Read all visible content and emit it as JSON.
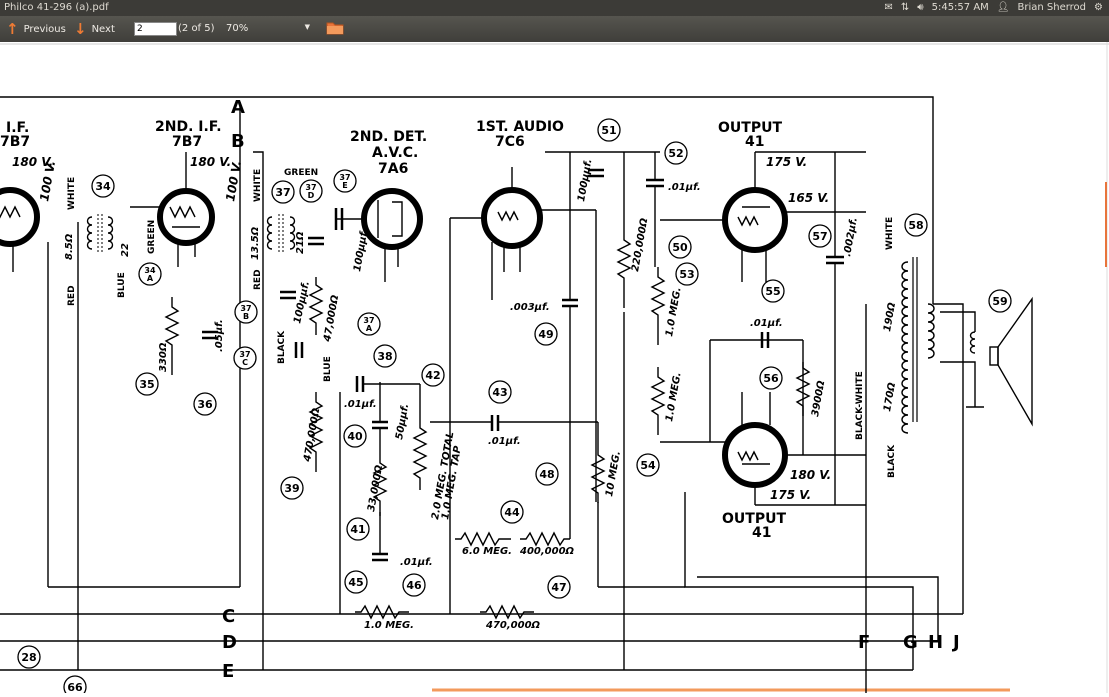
{
  "window": {
    "title": "Philco 41-296 (a).pdf"
  },
  "indicators": {
    "clock": "5:45:57 AM",
    "user": "Brian Sherrod"
  },
  "toolbar": {
    "previous_label": "Previous",
    "next_label": "Next",
    "page_value": "2",
    "page_count": "(2 of 5)",
    "zoom": "70%"
  },
  "schematic": {
    "stage_labels": {
      "if1": "I.F.",
      "if1_tube": "7B7",
      "if2": "2ND. I.F.",
      "if2_tube": "7B7",
      "det": "2ND. DET.",
      "avc": "A.V.C.",
      "det_tube": "7A6",
      "audio": "1ST. AUDIO",
      "audio_tube": "7C6",
      "out_top": "OUTPUT",
      "out_top_tube": "41",
      "out_bot": "OUTPUT",
      "out_bot_tube": "41"
    },
    "bus_letters": {
      "A": "A",
      "B": "B",
      "C": "C",
      "D": "D",
      "E": "E",
      "F": "F",
      "G": "G",
      "H": "H",
      "J": "J"
    },
    "voltages": {
      "v1": "180 V.",
      "v2": "100 V.",
      "v3": "180 V.",
      "v4": "100 V.",
      "v5": "175 V.",
      "v6": "165 V.",
      "v7": "180 V.",
      "v8": "175 V."
    },
    "values": {
      "r85": "8.5Ω",
      "c22": "22",
      "r13": "13.5Ω",
      "r21": "21Ω",
      "c05": ".05μf.",
      "r330": "330Ω",
      "c100a": "100μμf.",
      "r47k": "47,000Ω",
      "c100b": "100μμf.",
      "r470k": "470,000Ω",
      "c01a": ".01μf.",
      "c50": "50μμf.",
      "pot2": "2.0 MEG. TOTAL",
      "pot2b": "1.0 MEG. TAP",
      "r33k": "33,000Ω",
      "c01b": ".01μf.",
      "c01c": ".01μf.",
      "r6m": "6.0 MEG.",
      "r400k": "400,000Ω",
      "r1m": "1.0 MEG.",
      "r470kb": "470,000Ω",
      "c100c": "100μμf.",
      "c003": ".003μf.",
      "r220k": "220,000Ω",
      "r1ma": "1.0 MEG.",
      "r1mb": "1.0 MEG.",
      "r10m": "10 MEG.",
      "c01d": ".01μf.",
      "c01e": ".01μf.",
      "r3900": "3900Ω",
      "c002": ".002μf.",
      "r190": "190Ω",
      "r170": "170Ω"
    },
    "wire_colors": {
      "white1": "WHITE",
      "red1": "RED",
      "blue1": "BLUE",
      "green1": "GREEN",
      "white2": "WHITE",
      "red2": "RED",
      "green2": "GREEN",
      "black1": "BLACK",
      "blue2": "BLUE",
      "white3": "WHITE",
      "bw": "BLACK-WHITE",
      "black2": "BLACK"
    },
    "callouts": [
      "34",
      "34 A",
      "35",
      "36",
      "37",
      "37 D",
      "37 E",
      "37 B",
      "37 C",
      "37 A",
      "38",
      "39",
      "40",
      "41",
      "42",
      "43",
      "44",
      "45",
      "46",
      "47",
      "48",
      "49",
      "50",
      "51",
      "52",
      "53",
      "54",
      "55",
      "56",
      "57",
      "58",
      "59",
      "28",
      "66"
    ]
  }
}
